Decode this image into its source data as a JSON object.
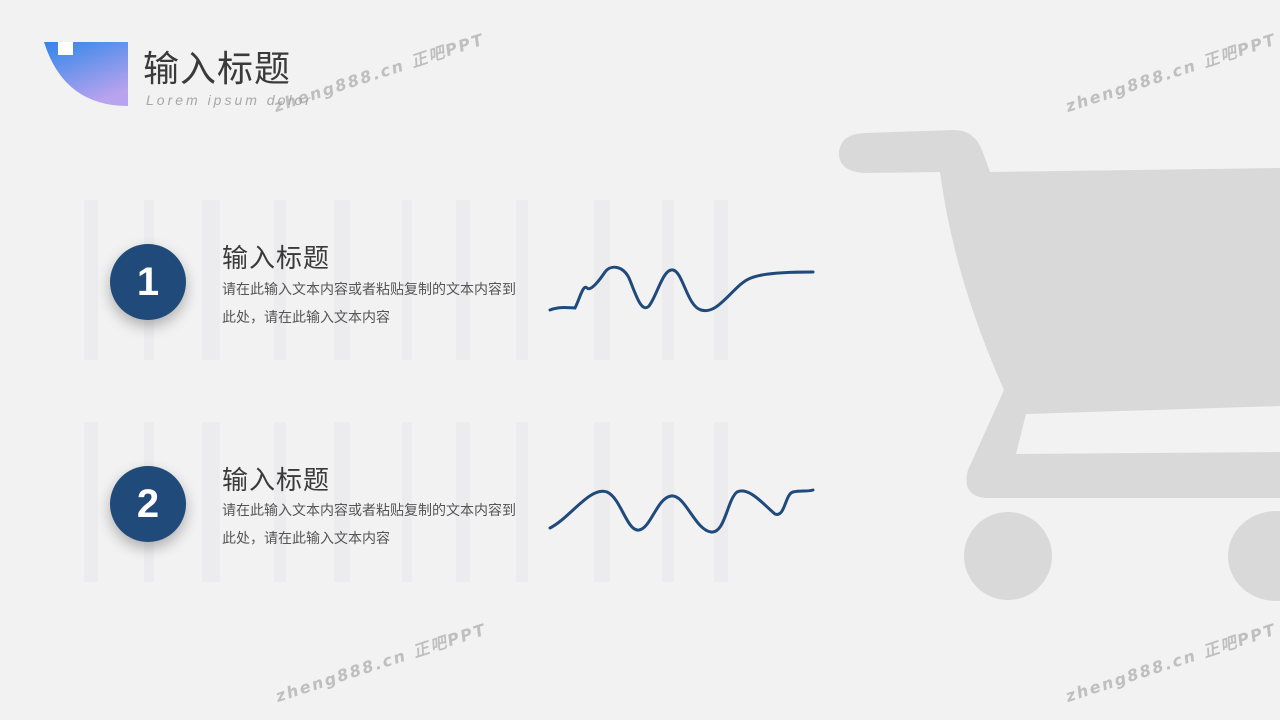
{
  "header": {
    "title": "输入标题",
    "subtitle": "Lorem ipsum dolor"
  },
  "items": [
    {
      "number": "1",
      "heading": "输入标题",
      "text": "请在此输入文本内容或者粘贴复制的文本内容到此处，请在此输入文本内容"
    },
    {
      "number": "2",
      "heading": "输入标题",
      "text": "请在此输入文本内容或者粘贴复制的文本内容到此处，请在此输入文本内容"
    }
  ],
  "watermarks": [
    "zheng888.cn 正吧PPT",
    "zheng888.cn 正吧PPT",
    "zheng888.cn 正吧PPT",
    "zheng888.cn 正吧PPT"
  ],
  "colors": {
    "background": "#f2f2f3",
    "accent": "#1f4a7a",
    "gradient_start": "#3a8ee8",
    "gradient_end": "#b7a2ec",
    "cart": "#d9d9d9"
  },
  "icons": {
    "background_graphic": "shopping-cart-icon"
  }
}
